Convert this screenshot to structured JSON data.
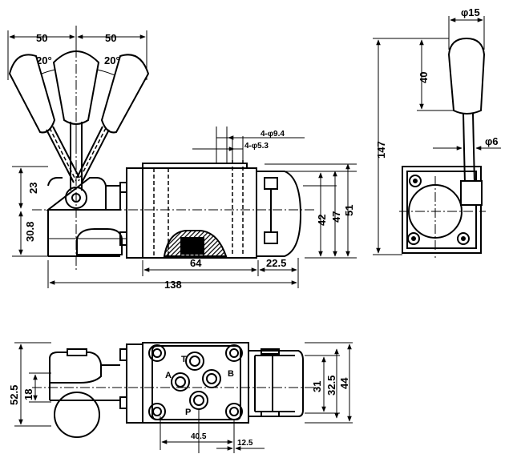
{
  "front_view": {
    "dim_left_50": "50",
    "dim_right_50": "50",
    "angle_left": "20°",
    "angle_right": "20°",
    "dim_23": "23",
    "dim_30_8": "30.8",
    "dim_hole_large": "4-φ9.4",
    "dim_hole_small": "4-φ5.3",
    "dim_42": "42",
    "dim_47": "47",
    "dim_51": "51",
    "dim_64": "64",
    "dim_22_5": "22.5",
    "dim_138": "138"
  },
  "side_view": {
    "dim_phi15": "φ15",
    "dim_40": "40",
    "dim_147": "147",
    "dim_phi6": "φ6"
  },
  "top_view": {
    "dim_52_5": "52.5",
    "dim_18": "18",
    "dim_31": "31",
    "dim_32_5": "32.5",
    "dim_44": "44",
    "dim_40_5": "40.5",
    "dim_12_5": "12.5",
    "port_t": "T",
    "port_a": "A",
    "port_b": "B",
    "port_p": "P"
  }
}
